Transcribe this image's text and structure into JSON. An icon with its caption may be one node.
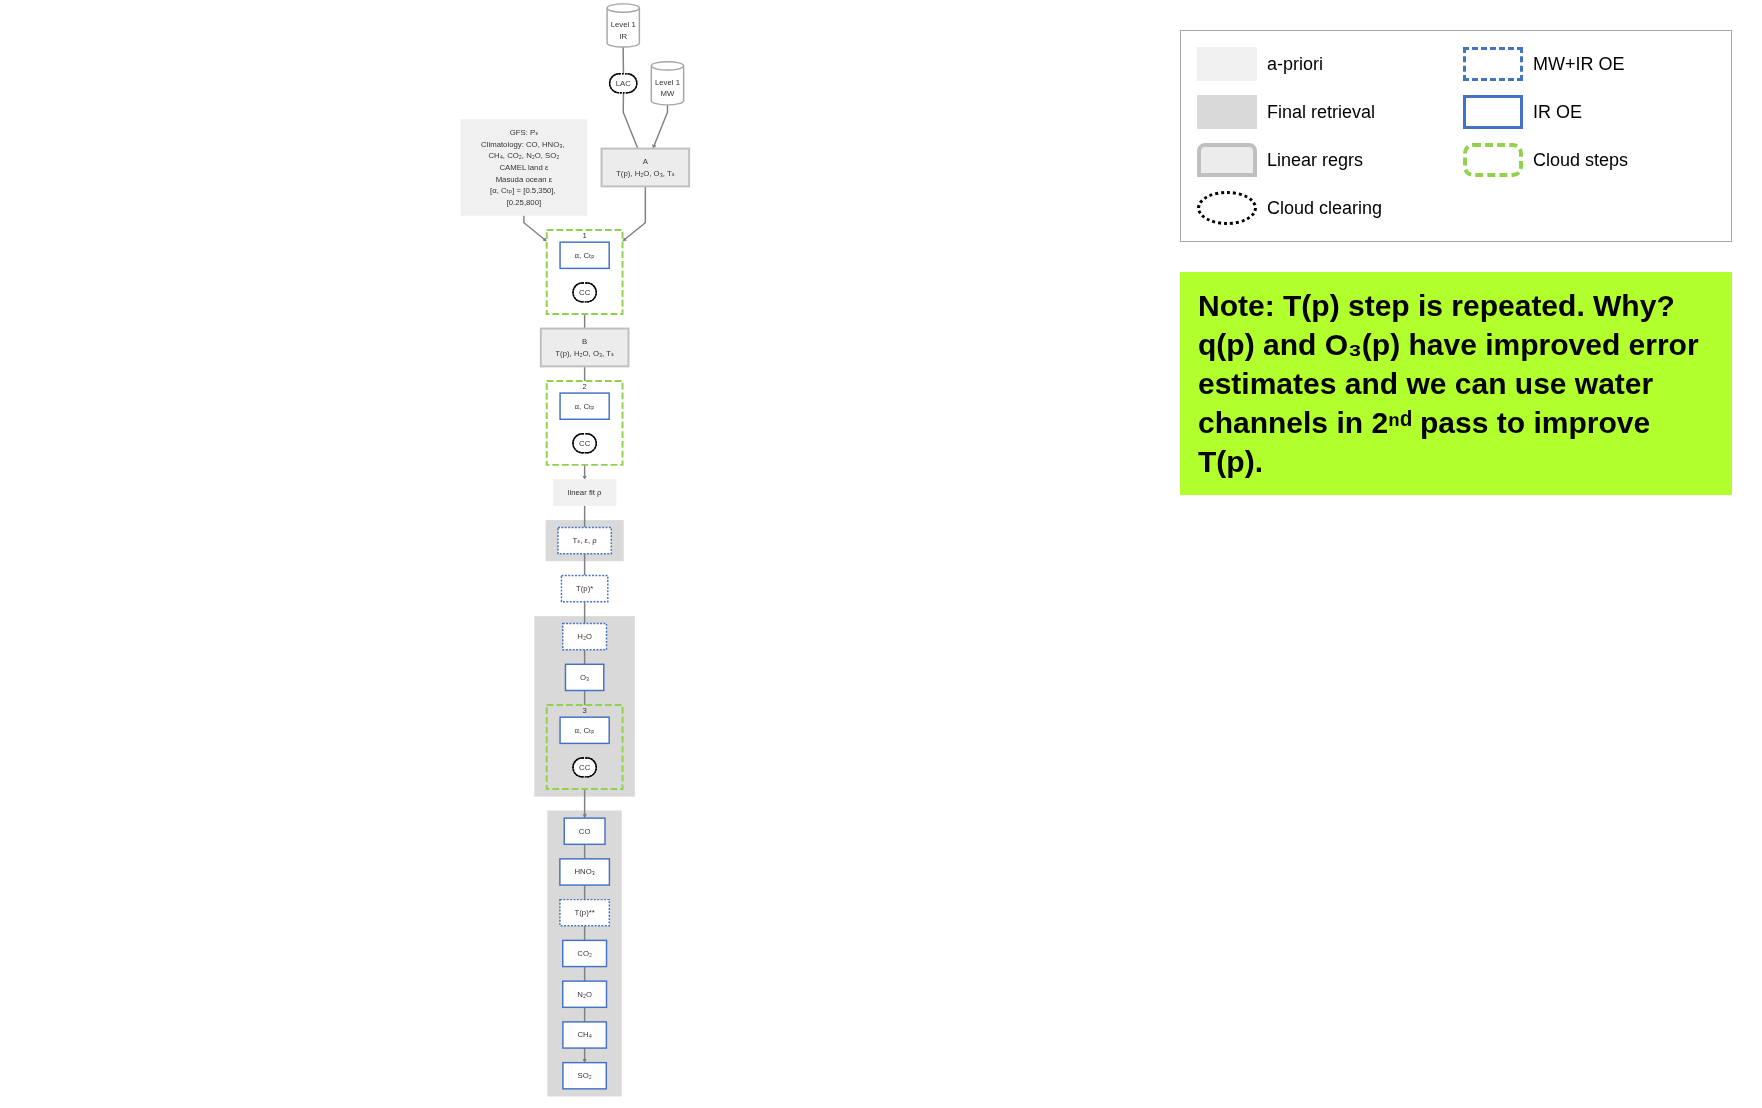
{
  "diagram": {
    "nodes": [
      {
        "text": [
          "Level 1",
          "IR"
        ]
      },
      {
        "text": [
          "Level 1",
          "MW"
        ]
      },
      {
        "text": [
          "LAC"
        ]
      },
      {
        "text": [
          "GFS: Pₛ",
          "Climatology: CO, HNO₃, CH₄, CO₂, N₂O, SO₂",
          "CAMEL land ε",
          "Masuda ocean ε",
          "[α, Cₜₚ] = [0.5,350], [0.25,800]"
        ]
      },
      {
        "text": [
          "A",
          "T(p), H₂O, O₃, Tₛ"
        ]
      },
      {
        "text": [
          "1"
        ]
      },
      {
        "text": [
          "α, Cₜₚ"
        ],
        "in": 5
      },
      {
        "text": [
          "CC"
        ],
        "in": 5
      },
      {
        "text": [
          "B",
          "T(p), H₂O, O₃, Tₛ"
        ]
      },
      {
        "text": [
          "2"
        ]
      },
      {
        "text": [
          "α, Cₜₚ"
        ],
        "in": 9
      },
      {
        "text": [
          "CC"
        ],
        "in": 9
      },
      {
        "text": [
          "linear fit ρ"
        ]
      },
      {
        "text": [],
        "shape": "box"
      },
      {
        "text": [
          "Tₛ, ε, ρ"
        ],
        "in": 13
      },
      {
        "text": [
          "T(p)*"
        ]
      },
      {
        "text": [],
        "shape": "box"
      },
      {
        "text": [
          "H₂O"
        ],
        "in": 16
      },
      {
        "text": [
          "O₃"
        ],
        "in": 16
      },
      {
        "text": [
          "3"
        ],
        "in": 16
      },
      {
        "text": [
          "α, Cₜₚ"
        ],
        "in": 19
      },
      {
        "text": [
          "CC"
        ],
        "in": 19
      },
      {
        "text": [],
        "shape": "box"
      },
      {
        "text": [
          "CO"
        ],
        "in": 22
      },
      {
        "text": [
          "HNO₃"
        ],
        "in": 22
      },
      {
        "text": [
          "T(p)**"
        ],
        "in": 22
      },
      {
        "text": [
          "CO₂"
        ],
        "in": 22
      },
      {
        "text": [
          "N₂O"
        ],
        "in": 22
      },
      {
        "text": [
          "CH₄"
        ],
        "in": 22
      },
      {
        "text": [
          "SO₂"
        ],
        "in": 22
      }
    ],
    "edges": [
      {
        "from": 0,
        "to": 2,
        "arrow": "none"
      },
      {
        "from": 2,
        "to": 4,
        "arrow": "none"
      },
      {
        "from": 1,
        "to": 4,
        "arrow": "to"
      },
      {
        "from": 3,
        "to": 5,
        "arrow": "to"
      },
      {
        "from": 4,
        "to": 5,
        "arrow": "to"
      },
      {
        "from": 5,
        "to": 8,
        "arrow": "none"
      },
      {
        "from": 8,
        "to": 9,
        "arrow": "none"
      },
      {
        "from": 9,
        "to": 12,
        "arrow": "to"
      },
      {
        "from": 12,
        "to": 14,
        "arrow": "none"
      },
      {
        "from": 14,
        "to": 15,
        "arrow": "none"
      },
      {
        "from": 15,
        "to": 17,
        "arrow": "none"
      },
      {
        "from": 17,
        "to": 18,
        "arrow": "none"
      },
      {
        "from": 18,
        "to": 19,
        "arrow": "none"
      },
      {
        "from": 19,
        "to": 23,
        "arrow": "to"
      },
      {
        "from": 23,
        "to": 24,
        "arrow": "none"
      },
      {
        "from": 24,
        "to": 25,
        "arrow": "none"
      },
      {
        "from": 25,
        "to": 26,
        "arrow": "none"
      },
      {
        "from": 26,
        "to": 27,
        "arrow": "none"
      },
      {
        "from": 27,
        "to": 28,
        "arrow": "none"
      },
      {
        "from": 28,
        "to": 29,
        "arrow": "to"
      }
    ],
    "labels": [
      "Note: T(p) step is repeated.  Why? q(p) and O₃(p) have improved error estimates and we can use water channels in 2ⁿᵈ pass to improve T(p)."
    ],
    "legend": [
      {
        "text": "a-priori"
      },
      {
        "text": "MW+IR OE"
      },
      {
        "text": "Final retrieval"
      },
      {
        "text": "IR OE"
      },
      {
        "text": "Linear regrs"
      },
      {
        "text": "Cloud steps"
      },
      {
        "text": "Cloud clearing"
      }
    ]
  }
}
